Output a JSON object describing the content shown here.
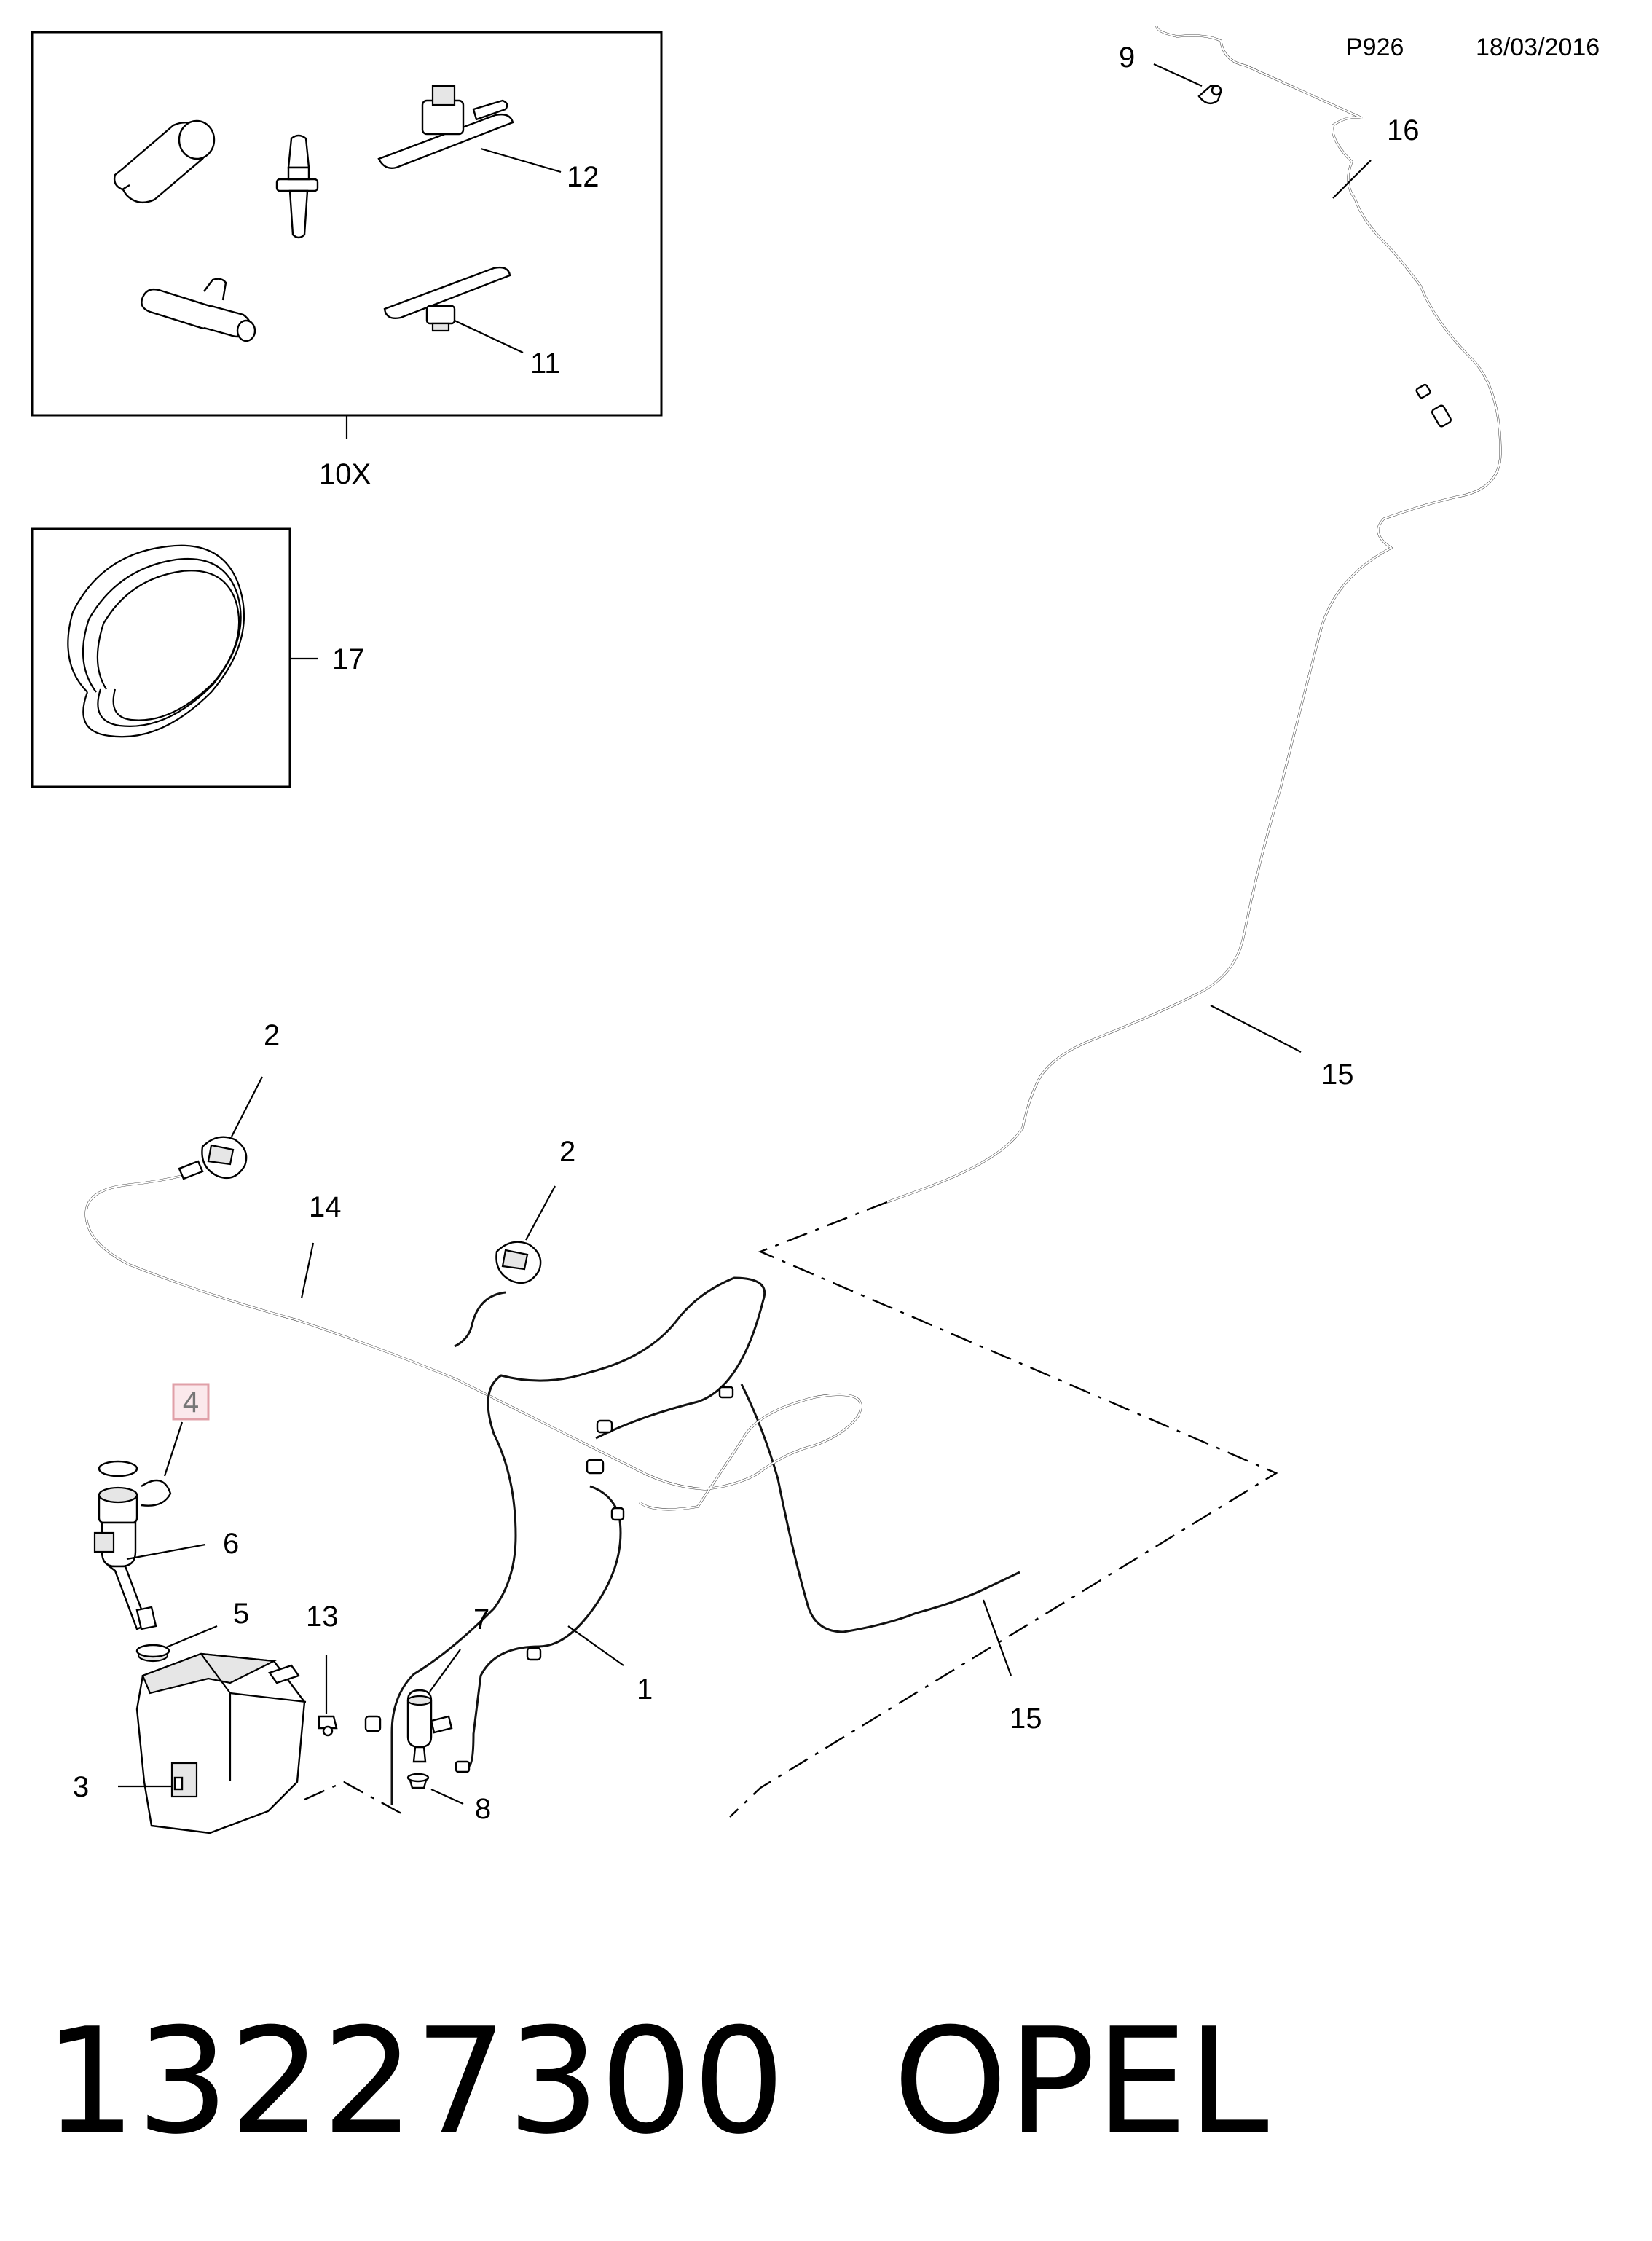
{
  "header": {
    "page_code": "P926",
    "date": "18/03/2016"
  },
  "callouts": {
    "c1": "1",
    "c2a": "2",
    "c2b": "2",
    "c3": "3",
    "c4": "4",
    "c5": "5",
    "c6": "6",
    "c7": "7",
    "c8": "8",
    "c9": "9",
    "c10x": "10X",
    "c11": "11",
    "c12": "12",
    "c13": "13",
    "c14": "14",
    "c15a": "15",
    "c15b": "15",
    "c16": "16",
    "c17": "17"
  },
  "highlight": {
    "callout": "4",
    "color": "#e0a0a8"
  },
  "footer": {
    "part_number": "13227300",
    "brand": "OPEL"
  }
}
